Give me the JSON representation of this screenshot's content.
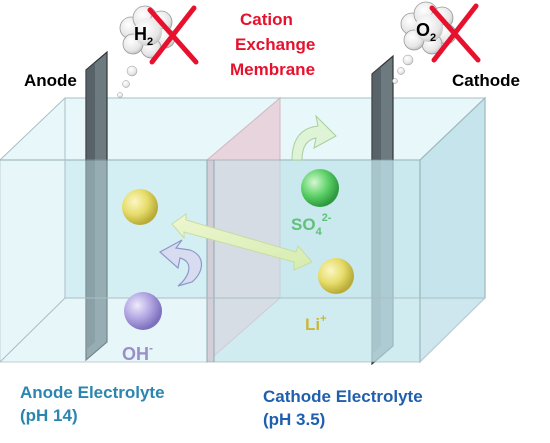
{
  "labels": {
    "anode": "Anode",
    "cathode": "Cathode",
    "membrane_line1": "Cation",
    "membrane_line2": "Exchange",
    "membrane_line3": "Membrane",
    "anode_electrolyte_line1": "Anode Electrolyte",
    "anode_electrolyte_line2": "(pH 14)",
    "cathode_electrolyte_line1": "Cathode Electrolyte",
    "cathode_electrolyte_line2": "(pH 3.5)"
  },
  "gases": {
    "h2_base": "H",
    "h2_sub": "2",
    "o2_base": "O",
    "o2_sub": "2"
  },
  "ions": {
    "oh_base": "OH",
    "oh_sup": "-",
    "so4_base": "SO",
    "so4_sub": "4",
    "so4_sup": "2-",
    "li_base": "Li",
    "li_sup": "+"
  },
  "colors": {
    "membrane_label": "#e8112d",
    "anode_electrolyte_text": "#2a86b0",
    "cathode_electrolyte_text": "#1f5fae",
    "cross": "#e8112d",
    "so4_text": "#62c07a",
    "li_text": "#c9b83a",
    "oh_text": "#9a8fc8"
  }
}
